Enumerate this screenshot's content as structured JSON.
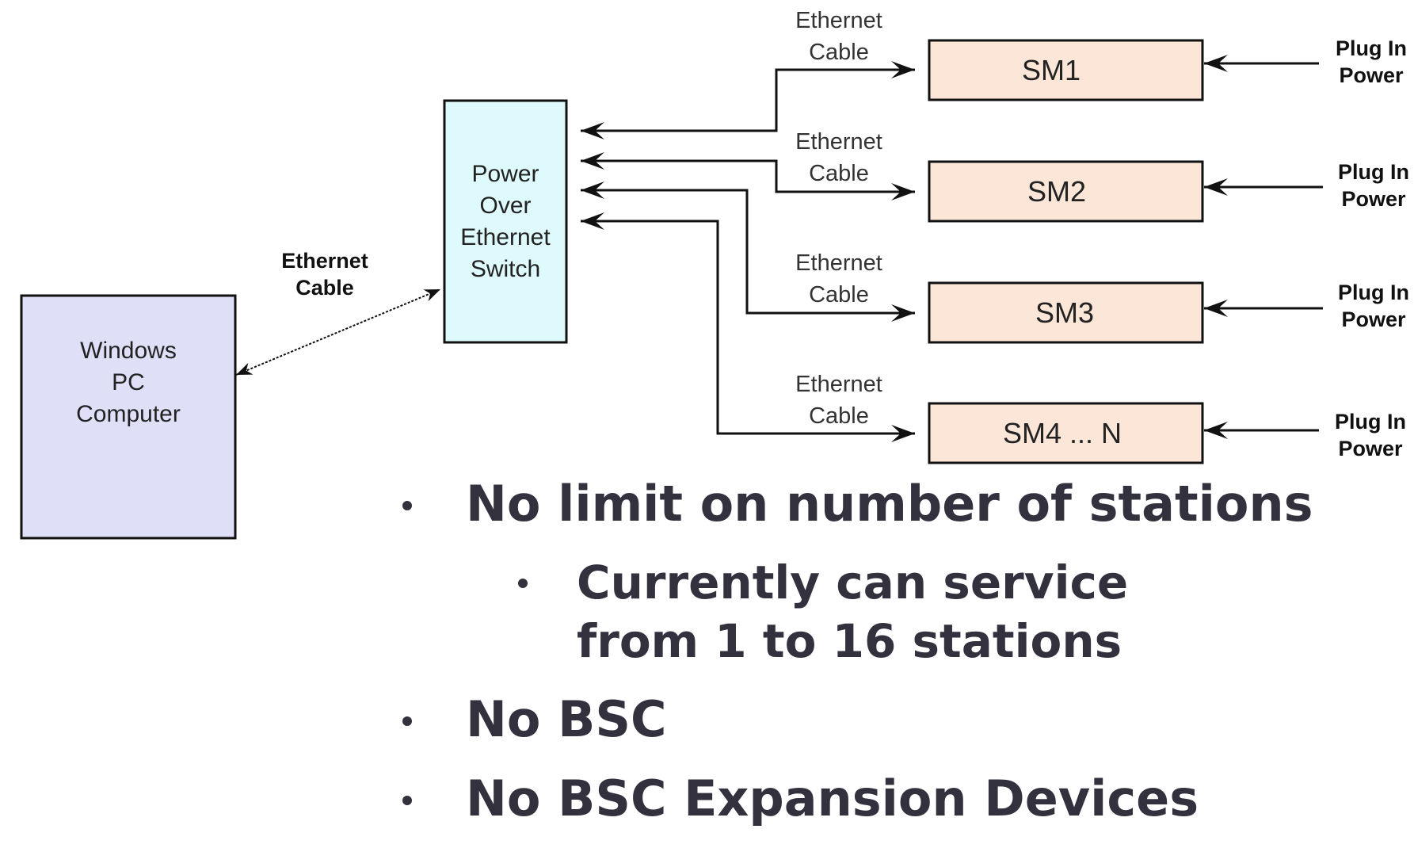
{
  "diagram": {
    "pc": {
      "label_lines": [
        "Windows",
        "PC",
        "Computer"
      ],
      "fill": "#dfdff8"
    },
    "switch": {
      "label_lines": [
        "Power",
        "Over",
        "Ethernet",
        "Switch"
      ],
      "fill": "#dffafc"
    },
    "pc_link_label": [
      "Ethernet",
      "Cable"
    ],
    "station_fill": "#fbe6d8",
    "stations": [
      {
        "name": "SM1",
        "cable_label": [
          "Ethernet",
          "Cable"
        ],
        "power_label": [
          "Plug In",
          "Power"
        ]
      },
      {
        "name": "SM2",
        "cable_label": [
          "Ethernet",
          "Cable"
        ],
        "power_label": [
          "Plug In",
          "Power"
        ]
      },
      {
        "name": "SM3",
        "cable_label": [
          "Ethernet",
          "Cable"
        ],
        "power_label": [
          "Plug In",
          "Power"
        ]
      },
      {
        "name": "SM4 ... N",
        "cable_label": [
          "Ethernet",
          "Cable"
        ],
        "power_label": [
          "Plug In",
          "Power"
        ]
      }
    ]
  },
  "bullets": [
    {
      "level": 1,
      "text": "No limit on number of stations"
    },
    {
      "level": 2,
      "text": "Currently can service from 1 to 16 stations"
    },
    {
      "level": 1,
      "text": "No BSC"
    },
    {
      "level": 1,
      "text": "No BSC Expansion Devices"
    }
  ],
  "colors": {
    "bullet_text": "#34313f",
    "line": "#111111"
  }
}
